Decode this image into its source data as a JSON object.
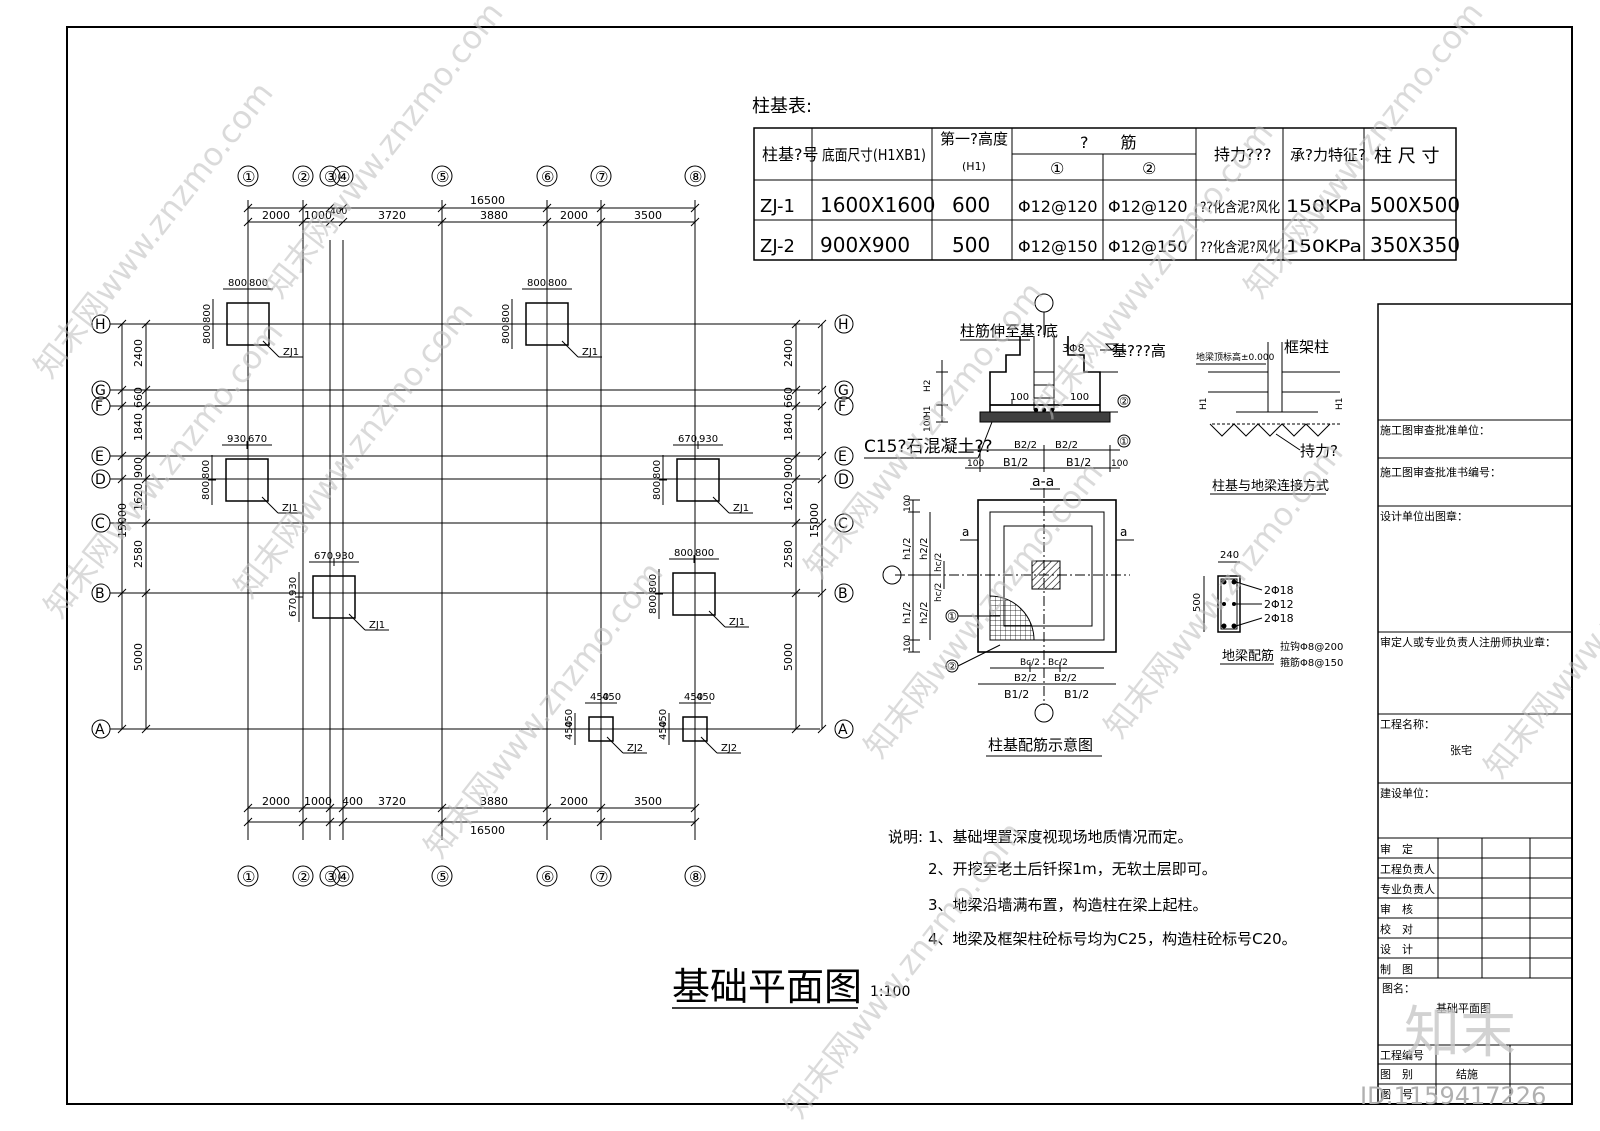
{
  "table": {
    "caption": "柱基表:",
    "headers": [
      "柱基?号",
      "底面尺寸(H1XB1)",
      "第一?高度",
      "?　　筋",
      "持力???",
      "承?力特征?",
      "柱 尺 寸"
    ],
    "h1_sub": "(H1)",
    "rebar_sub": [
      "①",
      "②"
    ],
    "rows": [
      [
        "ZJ-1",
        "1600X1600",
        "600",
        "Φ12@120",
        "Φ12@120",
        "??化含泥?风化",
        "150KPa",
        "500X500"
      ],
      [
        "ZJ-2",
        "900X900",
        "500",
        "Φ12@150",
        "Φ12@150",
        "??化含泥?风化",
        "150KPa",
        "350X350"
      ]
    ]
  },
  "plan": {
    "axes_x": [
      "①",
      "②",
      "③",
      "④",
      "⑤",
      "⑥",
      "⑦",
      "⑧"
    ],
    "axes_y": [
      "H",
      "G",
      "F",
      "E",
      "D",
      "C",
      "B",
      "A"
    ],
    "total_x": "16500",
    "dims_x": [
      "2000",
      "1000",
      "400",
      "3720",
      "3880",
      "2000",
      "3500"
    ],
    "dim_400_top": "400",
    "total_y": "15000",
    "dims_y": [
      "2400",
      "660",
      "1840",
      "900",
      "1620",
      "2580",
      "5000"
    ],
    "footings": [
      {
        "label": "ZJ1",
        "w1": "800",
        "w2": "800",
        "h1": "800",
        "h2": "800"
      },
      {
        "label": "ZJ1",
        "w1": "800",
        "w2": "800",
        "h1": "800",
        "h2": "800"
      },
      {
        "label": "ZJ1",
        "w1": "930",
        "w2": "670",
        "h1": "800",
        "h2": "800"
      },
      {
        "label": "ZJ1",
        "w1": "670",
        "w2": "930",
        "h1": "800",
        "h2": "800"
      },
      {
        "label": "ZJ1",
        "w1": "670",
        "w2": "930",
        "h1": "930",
        "h2": "670"
      },
      {
        "label": "ZJ1",
        "w1": "800",
        "w2": "800",
        "h1": "800",
        "h2": "800"
      },
      {
        "label": "ZJ2",
        "w1": "450",
        "w2": "450",
        "h1": "450",
        "h2": "450"
      },
      {
        "label": "ZJ2",
        "w1": "450",
        "w2": "450",
        "h1": "450",
        "h2": "450"
      }
    ],
    "title": "基础平面图",
    "scale": "1:100"
  },
  "detail": {
    "section_title": "a-a",
    "col_rebar": "柱筋伸至基?底",
    "stirrup": "3Φ8",
    "base_height": "基???高",
    "concrete": "C15?石混凝土??",
    "d100": "100",
    "b2": "B2/2",
    "b1": "B1/2",
    "bc": "Bc/2",
    "h1": "H1",
    "h2": "H2",
    "h1_2": "h1/2",
    "h2_2": "h2/2",
    "hc_2": "hc/2",
    "cut": "a",
    "plan_title": "柱基配筋示意图",
    "conn_top": "地梁顶标高±0.000",
    "conn_col": "框架柱",
    "conn_bear": "持力?",
    "conn_title": "柱基与地梁连接方式",
    "beam_w": "240",
    "beam_h": "500",
    "beam_bars": [
      "2Φ18",
      "2Φ12",
      "2Φ18"
    ],
    "beam_tie": "拉钩Φ8@200",
    "beam_stirrup": "箍筋Φ8@150",
    "beam_title": "地梁配筋",
    "circle1": "①",
    "circle2": "②"
  },
  "notes": {
    "lead": "说明:",
    "items": [
      "1、基础埋置深度视现场地质情况而定。",
      "2、开挖至老土后钎探1m，无软土层即可。",
      "3、地梁沿墙满布置，构造柱在梁上起柱。",
      "4、地梁及框架柱砼标号均为C25，构造柱砼标号C20。"
    ]
  },
  "titleblock": {
    "approve_unit": "施工图审查批准单位：",
    "approve_no": "施工图审查批准书编号：",
    "design_seal": "设计单位出图章：",
    "reviewer_seal": "审定人或专业负责人注册师执业章：",
    "project_name_label": "工程名称：",
    "project_name": "张宅",
    "build_unit": "建设单位：",
    "sign_rows": [
      "审　定",
      "工程负责人",
      "专业负责人",
      "审　核",
      "校　对",
      "设　计",
      "制　图"
    ],
    "drawing_name_label": "图名：",
    "drawing_name": "基础平面图",
    "project_no": "工程编号",
    "category_label": "图　别",
    "category": "结施",
    "sheet_no": "图　号"
  },
  "watermark": {
    "text": "知末网www.znzmo.com",
    "logo": "知末",
    "id": "ID:1159417226"
  }
}
